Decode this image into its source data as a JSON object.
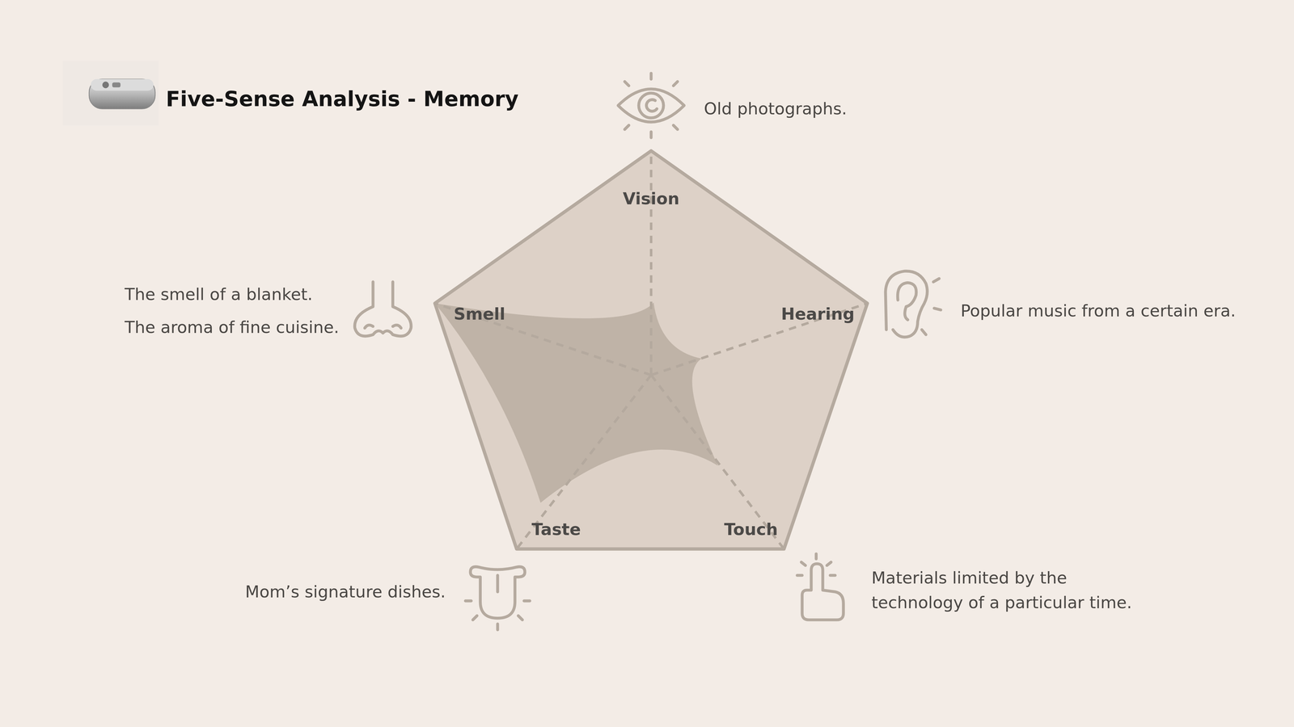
{
  "diagram": {
    "title": "Five-Sense Analysis - Memory",
    "labels": [
      "Vision",
      "Hearing",
      "Touch",
      "Taste",
      "Smell",
      "Old photographs.",
      "Popular music from a certain era.",
      "Materials limited by the technology of a particular time.",
      "Mom’s signature dishes.",
      "The smell of a blanket.",
      "The aroma of fine cuisine."
    ]
  }
}
